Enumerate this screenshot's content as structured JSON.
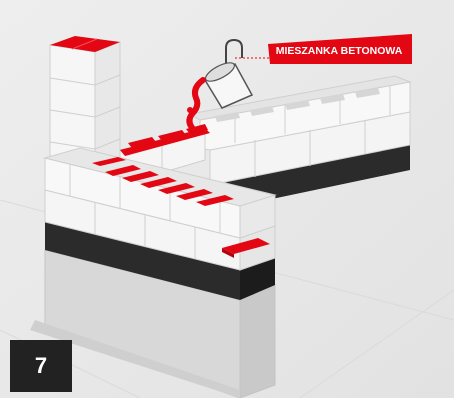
{
  "step_number": "7",
  "callout_label": "MIESZANKA BETONOWA",
  "colors": {
    "accent": "#e30613",
    "block": "#f3f3f3",
    "background": "#ececec",
    "foundation_band": "#2b2b2b",
    "concrete": "#dcdcdc"
  },
  "icons": [
    "bucket-icon",
    "concrete-pour"
  ]
}
